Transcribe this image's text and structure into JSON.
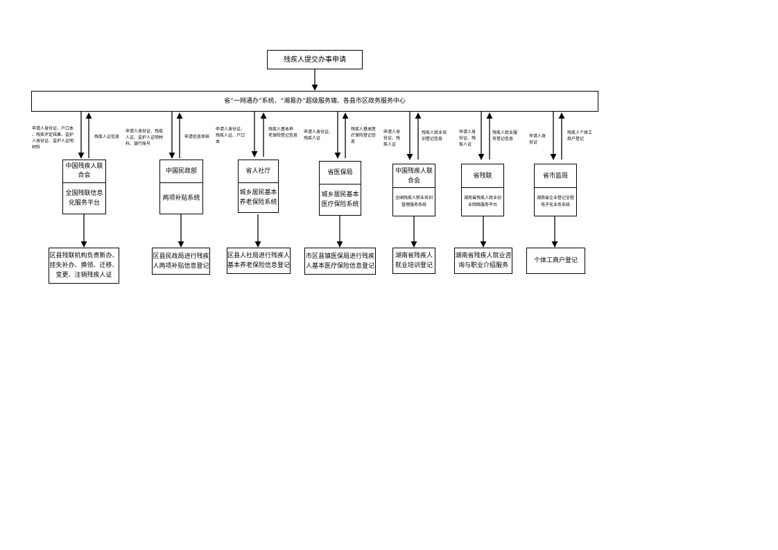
{
  "top": "残疾人提交办事申请",
  "platform": "省“一网通办”系统、“湘易办”超级服务端、各县市区政务服务中心",
  "columns": [
    {
      "down": "申请人身份证、户口本\n、残疾评定结果、监护\n人身份证、监护人证明\n材料",
      "up": "残疾人证信息",
      "dept": "中国残疾人联\n合会",
      "system": "全国残联信息\n化服务平台",
      "result": "区县残联机构负责新办、\n挂失补办、换领、迁移、\n变更、注销残疾人证"
    },
    {
      "down": "申请人身份证、残疾\n人证、监护人证明材\n料、银行账号",
      "up": "申请信息审核",
      "dept": "中国民政部",
      "system": "两项补贴系统",
      "result": "区县民政局进行残疾\n人两项补贴信息登记"
    },
    {
      "down": "申请人身份证、\n残疾人证、户口\n本",
      "up": "残疾人基本养\n老保险登记信息",
      "dept": "省人社厅",
      "system": "城乡居民基本\n养老保险系统",
      "result": "区县人社局进行残疾人\n基本养老保险信息登记"
    },
    {
      "down": "申请人身份证、\n残疾人证",
      "up": "残疾人基本医\n疗保险登记信\n息",
      "dept": "省医保局",
      "system": "城乡居民基本\n医疗保险系统",
      "result": "市区县镇医保局进行残疾\n人基本医疗保险信息登记"
    },
    {
      "down": "申请人身\n份证、残\n疾人证",
      "up": "残疾人就业培\n训登记信息",
      "dept": "中国残疾人联\n合会",
      "system": "全国残疾人职业培训\n管理服务系统",
      "result": "湖南省残疾人\n就业培训登记"
    },
    {
      "down": "申请人身\n份证、残\n疾人证",
      "up": "残疾人就业服\n务登记信息",
      "dept": "省残联",
      "system": "湖南省残疾人就业创\n业网络服务平台",
      "result": "湖南省残疾人就业咨\n询与职业介绍服务"
    },
    {
      "down": "申请人身\n份证",
      "up": "残疾人个体工\n商户登记",
      "dept": "省市监局",
      "system": "湖南省企业登记全程\n电子化业务系统",
      "result": "个体工商户登记"
    }
  ]
}
